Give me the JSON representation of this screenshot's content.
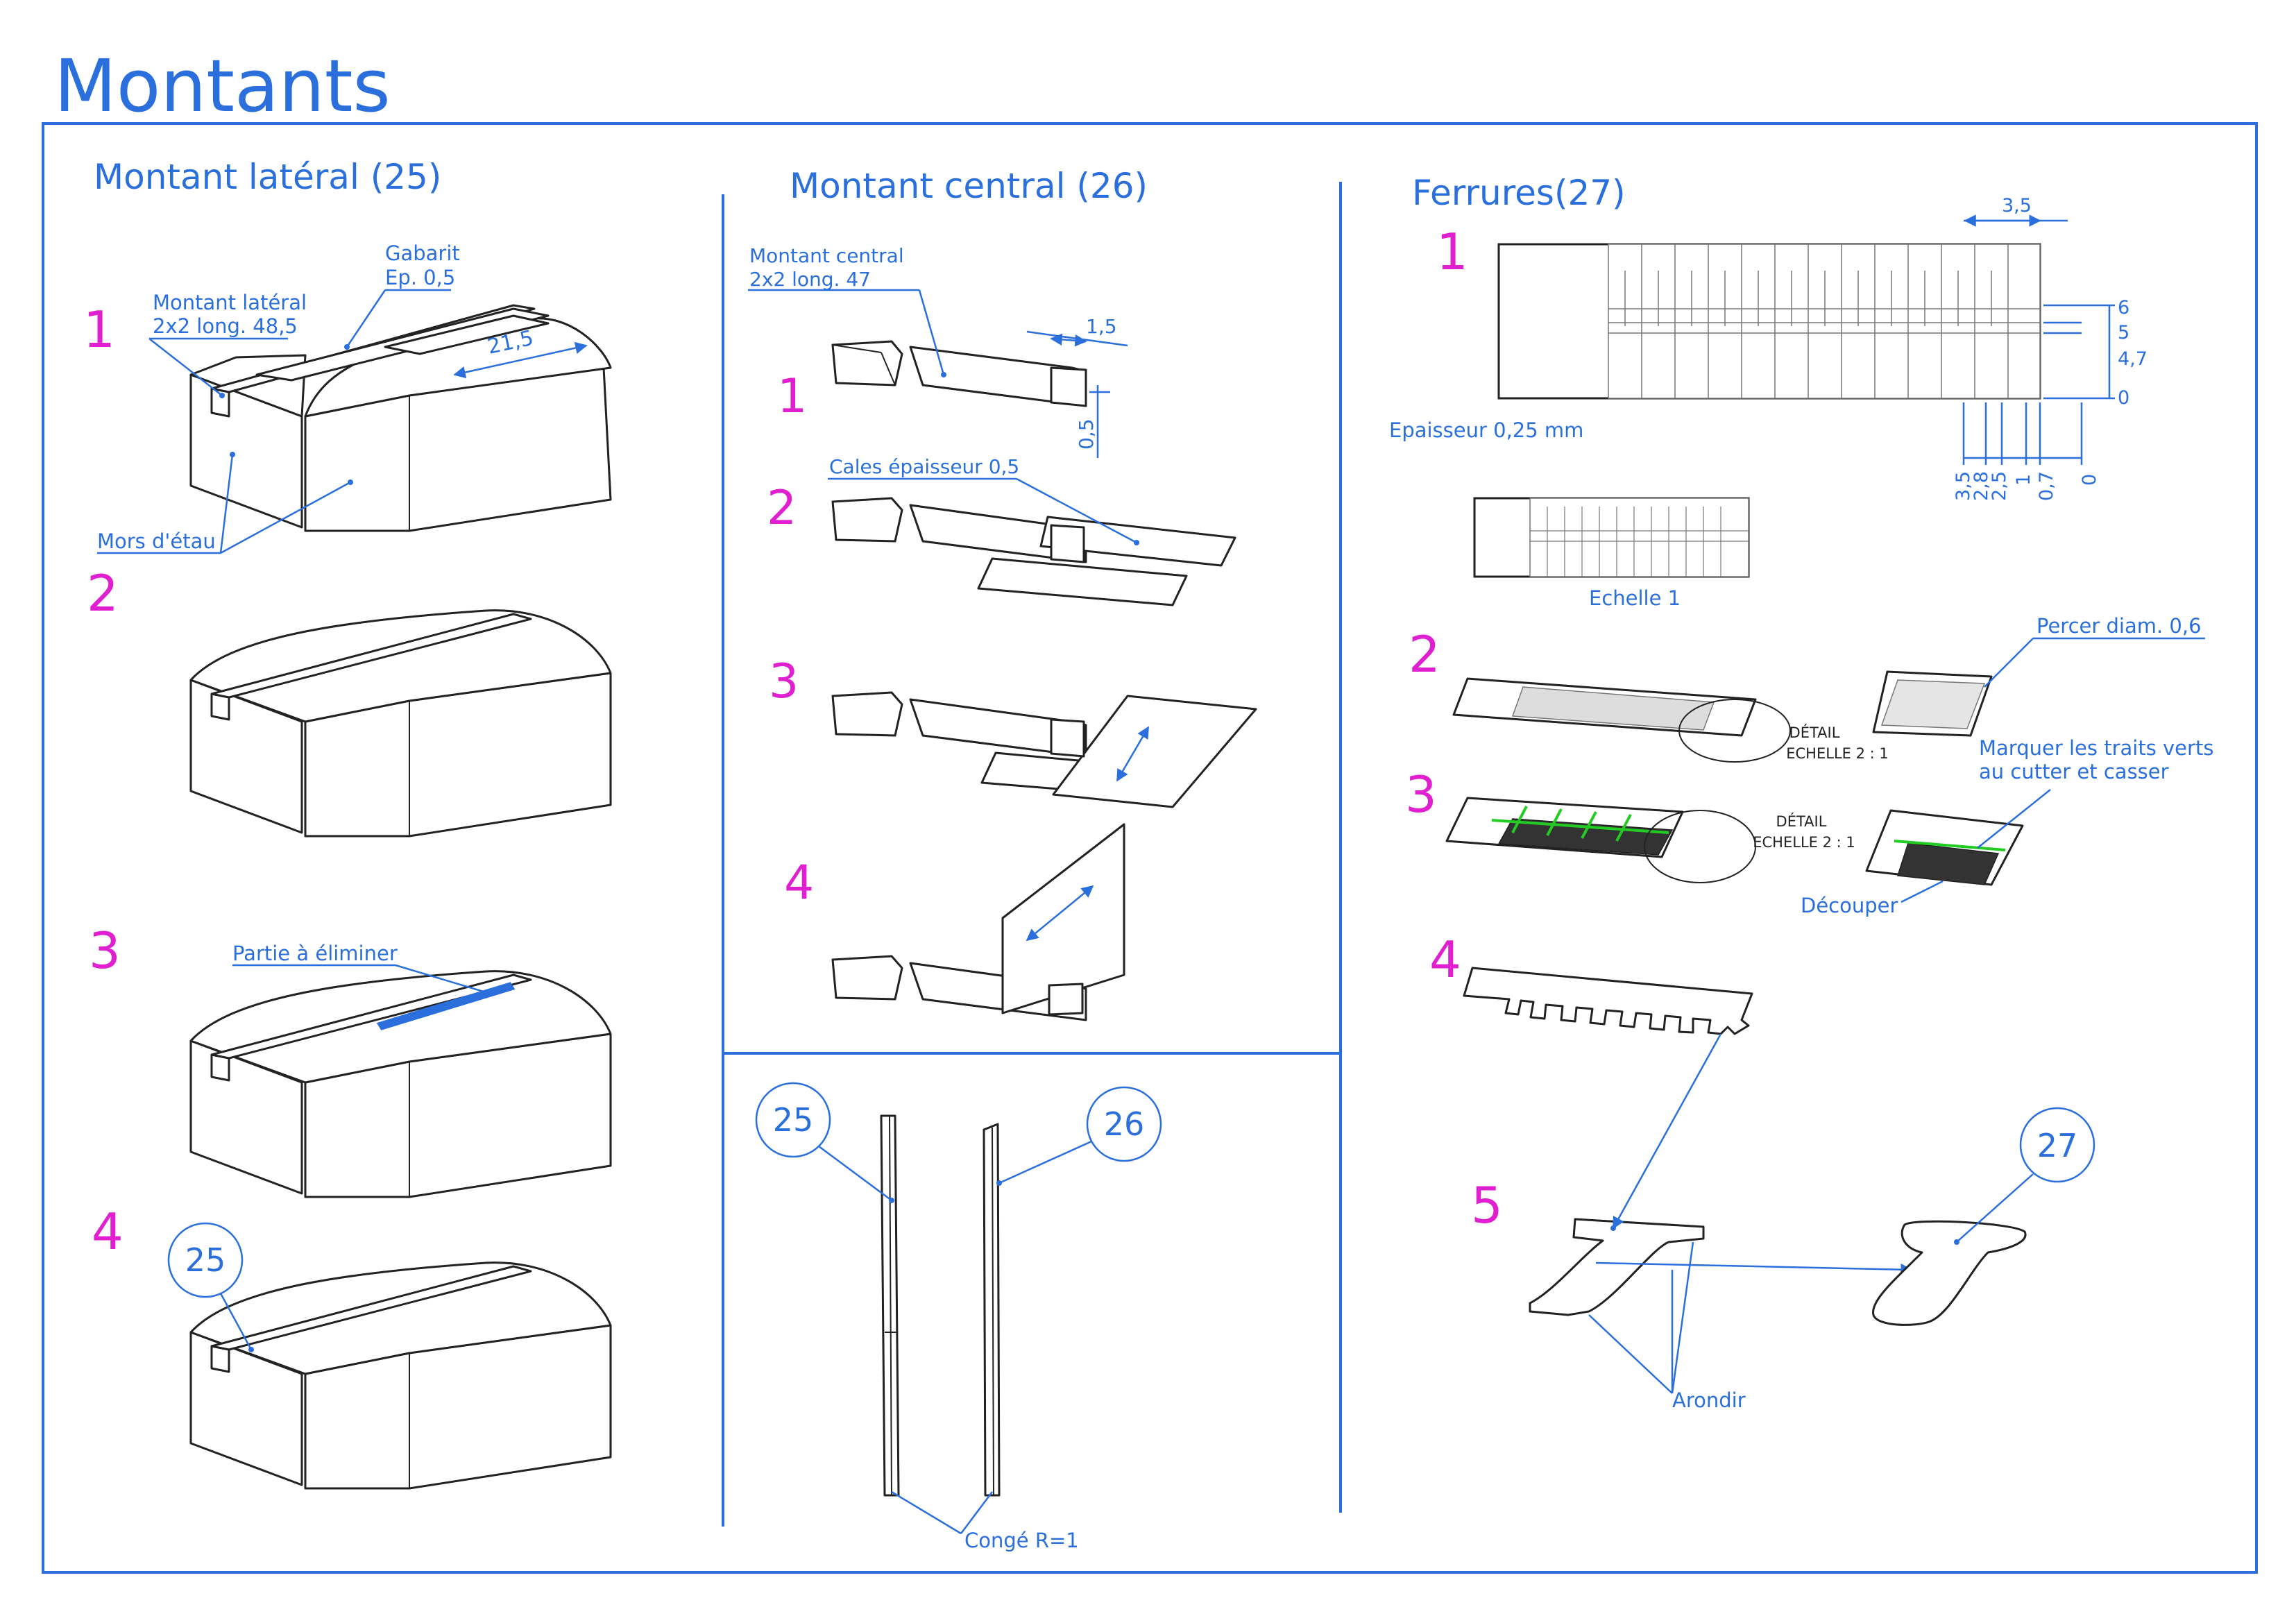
{
  "page_title": "Montants",
  "sections": {
    "lateral": {
      "title": "Montant latéral (25)",
      "steps": [
        "1",
        "2",
        "3",
        "4"
      ],
      "labels": {
        "gabarit_line1": "Gabarit",
        "gabarit_line2": "Ep. 0,5",
        "montant_line1": "Montant latéral",
        "montant_line2": "2x2 long. 48,5",
        "dim_21_5": "21,5",
        "mors": "Mors d'étau",
        "partie": "Partie à éliminer",
        "bubble": "25"
      }
    },
    "central": {
      "title": "Montant central (26)",
      "steps": [
        "1",
        "2",
        "3",
        "4"
      ],
      "labels": {
        "montant_line1": "Montant central",
        "montant_line2": "2x2 long. 47",
        "dim_1_5": "1,5",
        "dim_0_5": "0,5",
        "cales": "Cales épaisseur 0,5",
        "bubble_25": "25",
        "bubble_26": "26",
        "conge": "Congé R=1"
      }
    },
    "ferrures": {
      "title": "Ferrures(27)",
      "steps": [
        "1",
        "2",
        "3",
        "4",
        "5"
      ],
      "labels": {
        "dim_3_5_top": "3,5",
        "dims_right": [
          "6",
          "5",
          "4,7",
          "0"
        ],
        "dims_bottom": [
          "3,5",
          "2,8",
          "2,5",
          "1",
          "0,7",
          "0"
        ],
        "epaisseur": "Epaisseur 0,25 mm",
        "echelle": "Echelle 1",
        "percer": "Percer diam. 0,6",
        "detail1_line1": "DÉTAIL",
        "detail1_line2": "ECHELLE 2 : 1",
        "marquer_line1": "Marquer les traits verts",
        "marquer_line2": "au cutter et casser",
        "detail2_line1": "DÉTAIL",
        "detail2_line2": "ECHELLE 2 : 1",
        "decouper": "Découper",
        "bubble": "27",
        "arondir": "Arondir"
      }
    }
  },
  "colors": {
    "accent_blue": "#2a6fdb",
    "step_magenta": "#e020d0",
    "line_black": "#222222",
    "mark_green": "#22cc22"
  }
}
